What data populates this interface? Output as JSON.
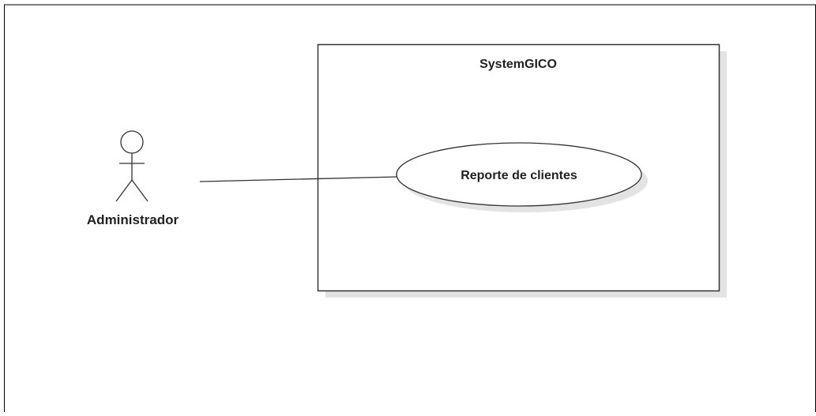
{
  "diagram": {
    "system": {
      "name": "SystemGICO"
    },
    "actor": {
      "name": "Administrador"
    },
    "use_case": {
      "name": "Reporte de clientes"
    },
    "colors": {
      "stroke": "#333333",
      "shadow": "#e3e3e3",
      "text": "#222222",
      "background": "#ffffff"
    }
  }
}
